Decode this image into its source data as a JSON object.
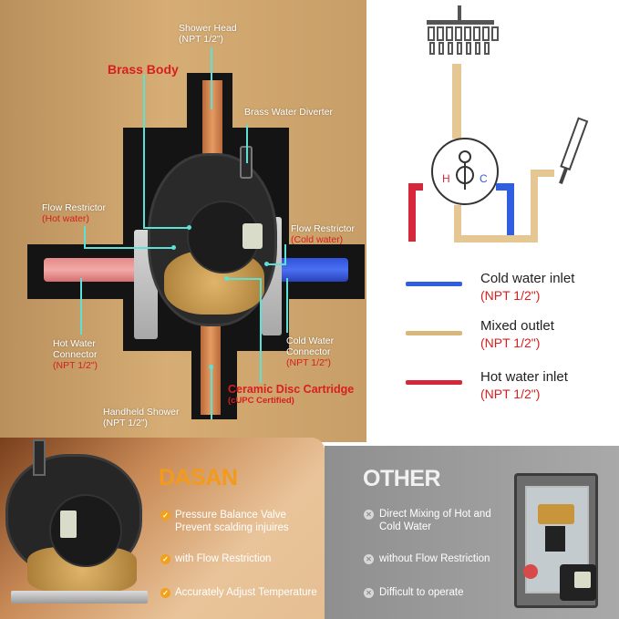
{
  "callouts": {
    "shower_head": {
      "title": "Shower Head",
      "sub": "(NPT 1/2\")"
    },
    "brass_body": "Brass Body",
    "diverter": "Brass Water Diverter",
    "flow_hot": {
      "title": "Flow Restrictor",
      "sub": "(Hot water)"
    },
    "flow_cold": {
      "title": "Flow Restrictor",
      "sub": "(Cold water)"
    },
    "hot_connector": {
      "title1": "Hot Water",
      "title2": "Connector",
      "sub": "(NPT 1/2\")"
    },
    "cold_connector": {
      "title1": "Cold Water",
      "title2": "Connector",
      "sub": "(NPT 1/2\")"
    },
    "cartridge": {
      "title": "Ceramic Disc Cartridge",
      "sub": "(cUPC Certified)"
    },
    "handheld": {
      "title": "Handheld Shower",
      "sub": "(NPT 1/2\")"
    }
  },
  "diagram": {
    "hot_letter": "H",
    "cold_letter": "C",
    "legend": [
      {
        "title": "Cold water inlet",
        "sub": "(NPT 1/2\")",
        "color": "#2f5fe0"
      },
      {
        "title": "Mixed outlet",
        "sub": "(NPT 1/2\")",
        "color": "#d9b77a"
      },
      {
        "title": "Hot water inlet",
        "sub": "(NPT 1/2\")",
        "color": "#d6283a"
      }
    ]
  },
  "dasan": {
    "brand": "DASAN",
    "features": [
      "Pressure Balance Valve",
      "Prevent scalding injuires",
      "with Flow Restriction",
      "Accurately Adjust Temperature"
    ]
  },
  "other": {
    "brand": "OTHER",
    "features": [
      "Direct Mixing of Hot and",
      "Cold Water",
      "without Flow Restriction",
      "Difficult to operate"
    ]
  },
  "colors": {
    "accent_red": "#d81e1e",
    "dasan_orange": "#f3a11a",
    "leader_cyan": "#5ee0d7"
  }
}
